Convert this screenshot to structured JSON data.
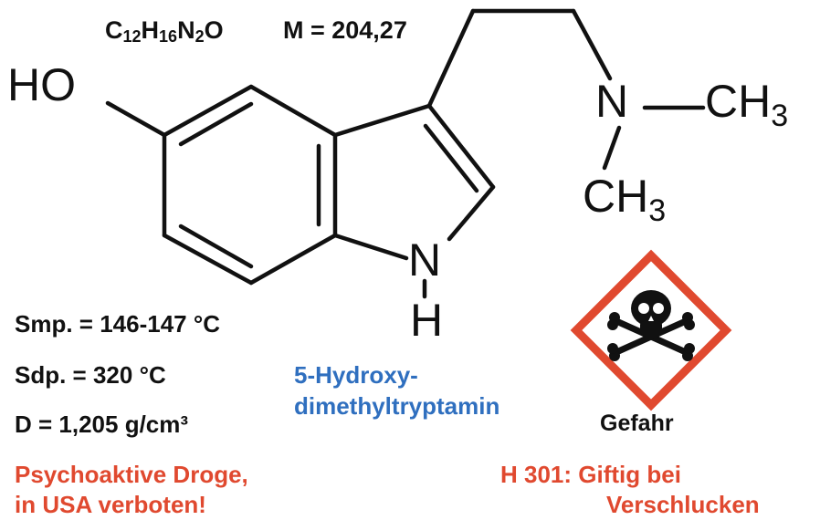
{
  "formula": {
    "c": "C",
    "c_n": "12",
    "h": "H",
    "h_n": "16",
    "n": "N",
    "n_n": "2",
    "o": "O"
  },
  "molar_mass": "M = 204,27",
  "atoms": {
    "ho": "HO",
    "n": "N",
    "h": "H",
    "nh_n": "N",
    "ch3_top_c": "CH",
    "ch3_top_n": "3",
    "ch3_bot_c": "CH",
    "ch3_bot_n": "3"
  },
  "properties": {
    "melting_point": "Smp. = 146-147 °C",
    "boiling_point": "Sdp. = 320 °C",
    "density": "D = 1,205 g/cm³"
  },
  "compound_name": {
    "line1": "5-Hydroxy-",
    "line2": "dimethyltryptamin"
  },
  "warning_left": {
    "line1": "Psychoaktive Droge,",
    "line2": "in USA verboten!"
  },
  "hazard": {
    "pictogram": "skull-crossbones-icon",
    "signal_word": "Gefahr",
    "statement_line1": "H 301: Giftig bei",
    "statement_line2": "Verschlucken"
  },
  "colors": {
    "blue": "#2f6fbf",
    "red": "#e0492f",
    "black": "#111111"
  }
}
